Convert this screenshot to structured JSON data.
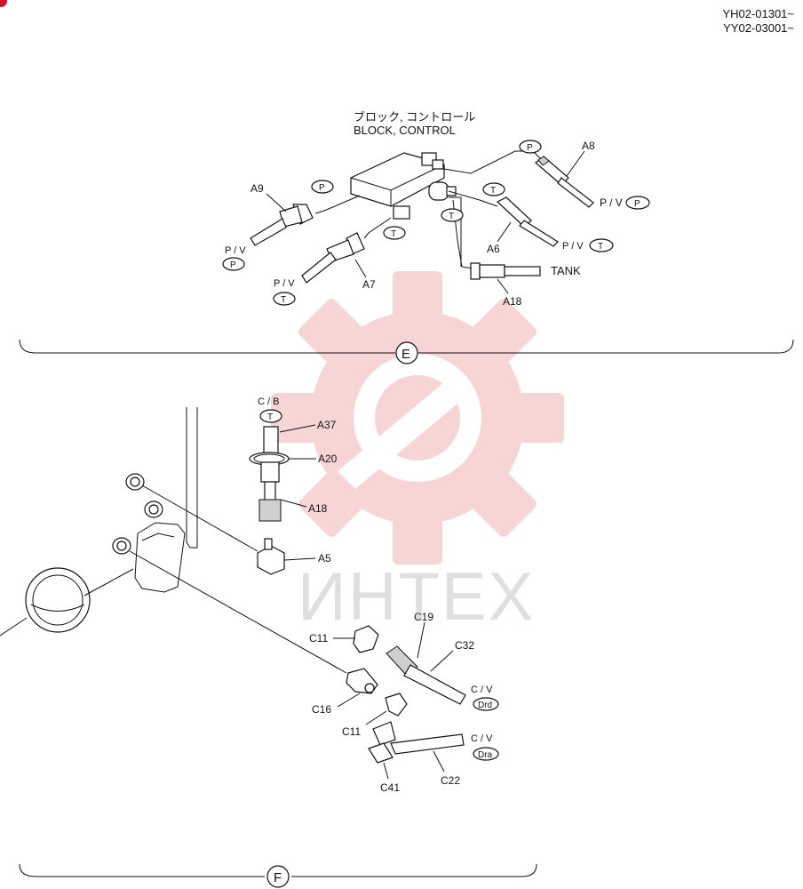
{
  "serials": [
    "YH02-01301~",
    "YY02-03001~"
  ],
  "block_label_jp": "ブロック, コントロール",
  "block_label_en": "BLOCK, CONTROL",
  "section_e": "E",
  "section_f": "F",
  "tank": "TANK",
  "port_p": "P",
  "port_t": "T",
  "pv": "P / V",
  "cb": "C / B",
  "cv": "C / V",
  "drd": "Drd",
  "dra": "Dra",
  "parts": {
    "a8": "A8",
    "a9": "A9",
    "a6": "A6",
    "a7": "A7",
    "a18": "A18",
    "a37": "A37",
    "a20": "A20",
    "a5": "A5",
    "c11": "C11",
    "c19": "C19",
    "c32": "C32",
    "c16": "C16",
    "c41": "C41",
    "c22": "C22"
  },
  "watermark_text": "ИНТЕХ",
  "colors": {
    "watermark": "#f7c9c9",
    "corner_mark": "#d9102b"
  }
}
